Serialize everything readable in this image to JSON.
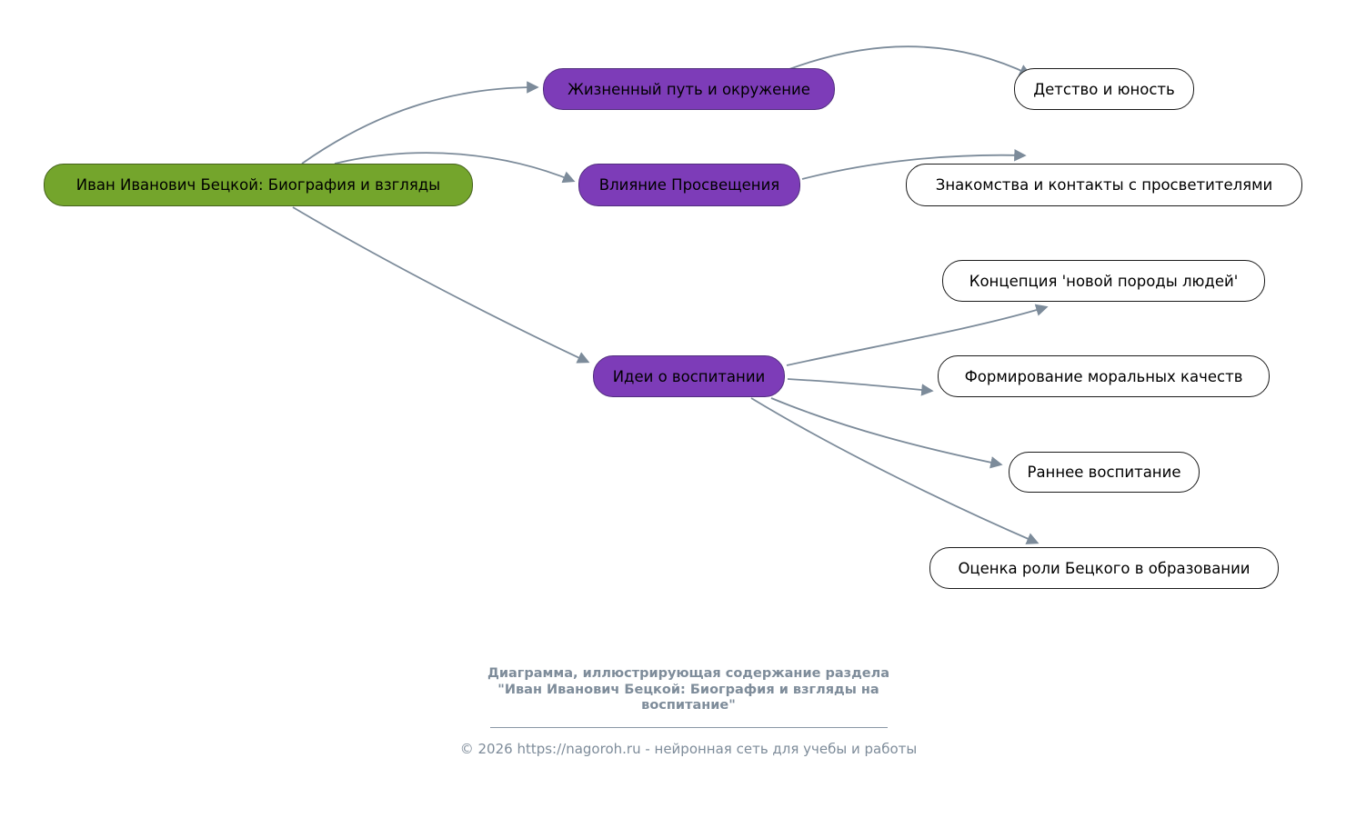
{
  "diagram": {
    "root": {
      "label": "Иван Иванович Бецкой: Биография и взгляды"
    },
    "branches": [
      {
        "label": "Жизненный путь и окружение",
        "children": [
          {
            "label": "Детство и юность"
          }
        ]
      },
      {
        "label": "Влияние Просвещения",
        "children": [
          {
            "label": "Знакомства и контакты с просветителями"
          }
        ]
      },
      {
        "label": "Идеи о воспитании",
        "children": [
          {
            "label": "Концепция 'новой породы людей'"
          },
          {
            "label": "Формирование моральных качеств"
          },
          {
            "label": "Раннее воспитание"
          },
          {
            "label": "Оценка роли Бецкого в образовании"
          }
        ]
      }
    ]
  },
  "colors": {
    "root_fill": "#74a52c",
    "root_border": "#44611c",
    "branch_fill": "#7d3cb8",
    "branch_border": "#512e7e",
    "leaf_fill": "#ffffff",
    "leaf_border": "#1a1a1a",
    "edge": "#7c8b9a",
    "footer_text": "#7e8c9a"
  },
  "footer": {
    "caption": "Диаграмма, иллюстрирующая содержание раздела\n\"Иван Иванович Бецкой: Биография и взгляды на\nвоспитание\"",
    "copyright": "© 2026 https://nagoroh.ru - нейронная сеть для учебы и работы"
  }
}
